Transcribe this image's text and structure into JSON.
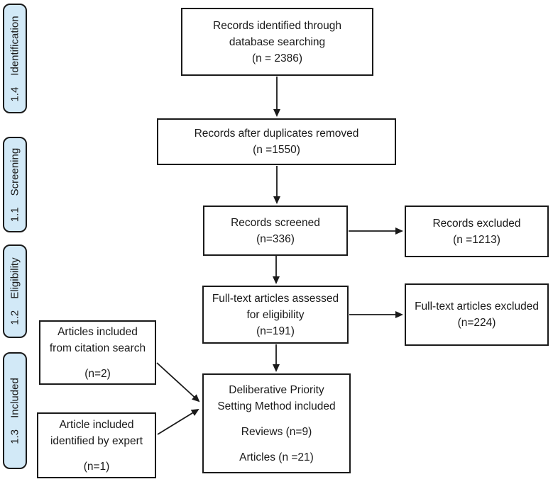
{
  "sidebar": {
    "labels": [
      {
        "number": "1.4",
        "text": "Identification"
      },
      {
        "number": "1.1",
        "text": "Screening"
      },
      {
        "number": "1.2",
        "text": "Eligibility"
      },
      {
        "number": "1.3",
        "text": "Included"
      }
    ]
  },
  "boxes": {
    "identified": {
      "lines": [
        "Records identified through",
        "database searching",
        "(n = 2386)"
      ]
    },
    "duplicates_removed": {
      "lines": [
        "Records after duplicates removed",
        "(n =1550)"
      ]
    },
    "screened": {
      "lines": [
        "Records screened",
        "(n=336)"
      ]
    },
    "records_excluded": {
      "lines": [
        "Records excluded",
        "(n =1213)"
      ]
    },
    "fulltext_assessed": {
      "lines": [
        "Full-text articles assessed",
        "for eligibility",
        "(n=191)"
      ]
    },
    "fulltext_excluded": {
      "lines": [
        "Full-text articles excluded",
        "(n=224)"
      ]
    },
    "dps_included": {
      "lines": [
        "Deliberative Priority",
        "Setting Method included",
        "Reviews (n=9)",
        "Articles (n =21)"
      ]
    },
    "citation_search": {
      "lines": [
        "Articles included",
        "from citation search",
        "(n=2)"
      ]
    },
    "expert_identified": {
      "lines": [
        "Article included",
        "identified by expert",
        "(n=1)"
      ]
    }
  },
  "colors": {
    "box_border": "#1a1a1a",
    "box_fill": "#ffffff",
    "label_fill": "#d2e9f7",
    "arrow": "#1a1a1a"
  }
}
